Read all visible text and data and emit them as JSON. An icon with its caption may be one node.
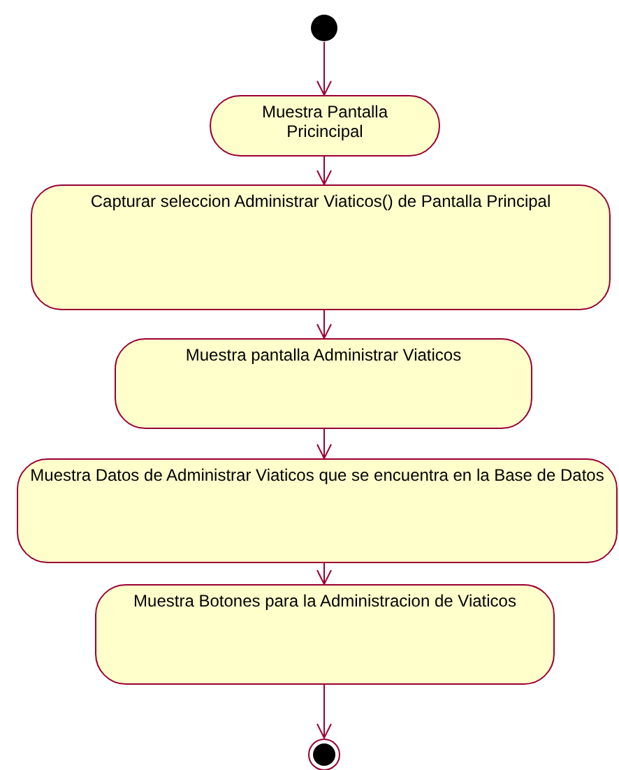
{
  "diagram": {
    "nodes": [
      {
        "text": [],
        "shape": "circle"
      },
      {
        "text": [
          "Muestra Pantalla Pricincipal"
        ]
      },
      {
        "text": [
          "Capturar seleccion Administrar Viaticos() de Pantalla Principal"
        ]
      },
      {
        "text": [
          "Muestra pantalla Administrar Viaticos"
        ]
      },
      {
        "text": [
          "Muestra Datos de Administrar Viaticos que se encuentra en la Base de Datos"
        ]
      },
      {
        "text": [
          "Muestra Botones para la Administracion de Viaticos"
        ]
      },
      {
        "text": [],
        "shape": "circle"
      }
    ],
    "edges": [
      {
        "from": 0,
        "to": 1,
        "arrow": "to"
      },
      {
        "from": 1,
        "to": 2,
        "arrow": "to"
      },
      {
        "from": 2,
        "to": 3,
        "arrow": "to"
      },
      {
        "from": 3,
        "to": 4,
        "arrow": "to"
      },
      {
        "from": 4,
        "to": 5,
        "arrow": "to"
      },
      {
        "from": 5,
        "to": 6,
        "arrow": "to"
      }
    ]
  }
}
